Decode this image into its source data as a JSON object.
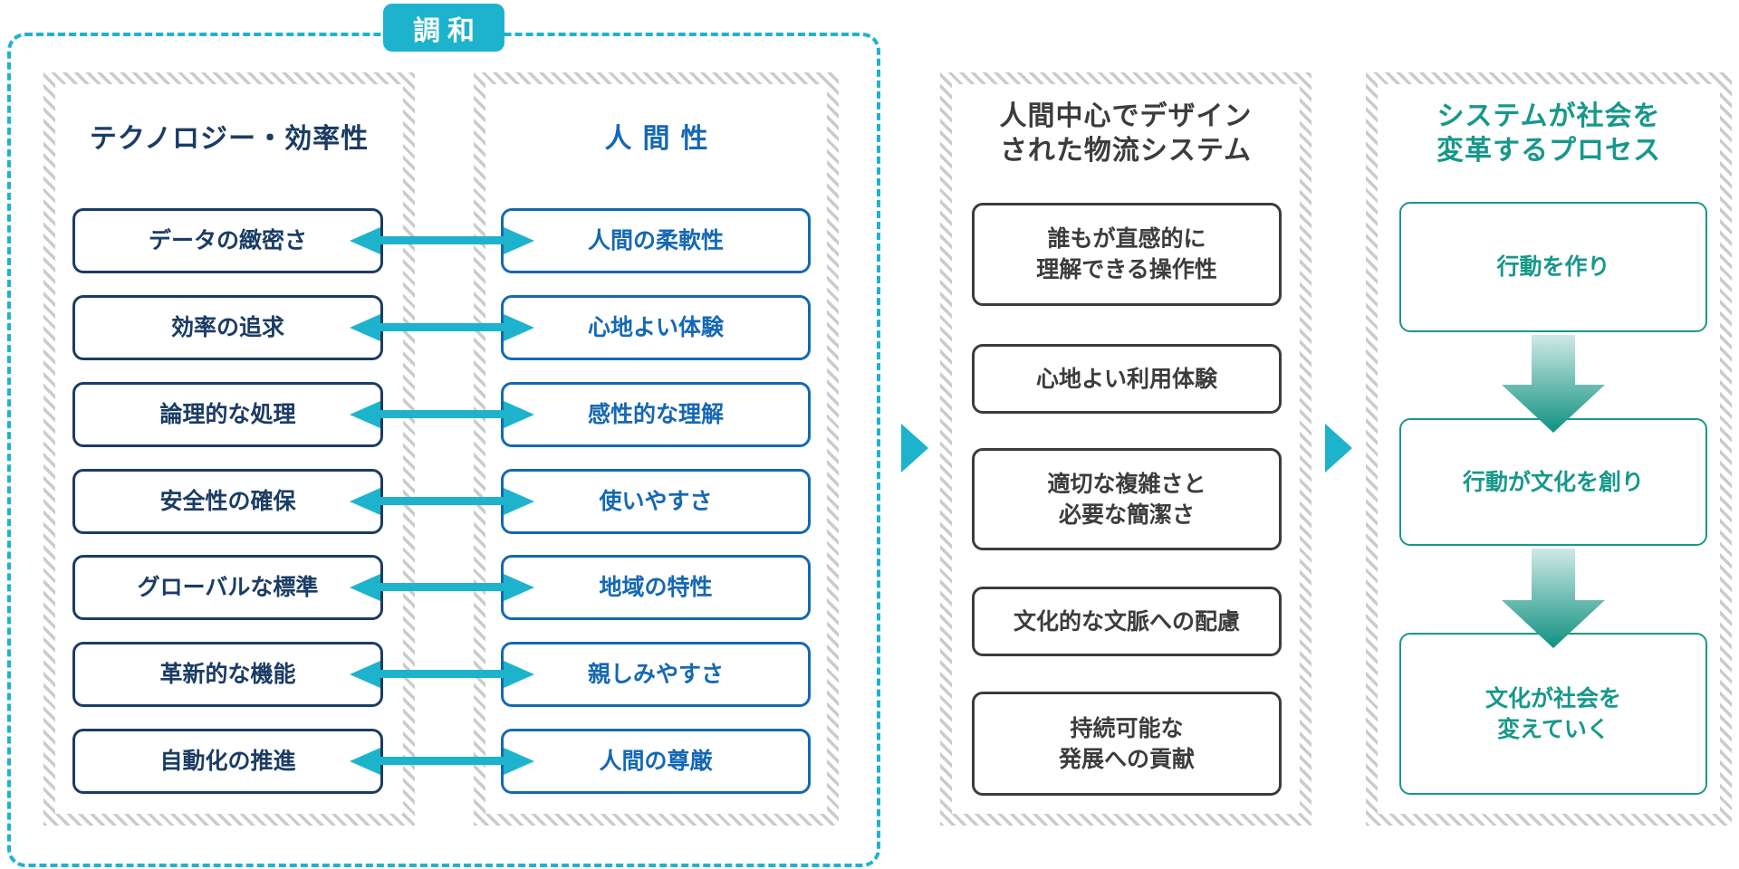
{
  "colors": {
    "cyan_accent": "#1eb3cd",
    "navy": "#1b3c64",
    "blue": "#1568b4",
    "dark_gray": "#3c3c3c",
    "teal": "#16988a",
    "teal_gradient_light": "#cfe9e6",
    "teal_gradient_dark": "#0f9180",
    "hatch_gray": "#cbcbcb"
  },
  "harmony": {
    "label": "調和",
    "tech": {
      "title": "テクノロジー・効率性",
      "items": [
        "データの緻密さ",
        "効率の追求",
        "論理的な処理",
        "安全性の確保",
        "グローバルな標準",
        "革新的な機能",
        "自動化の推進"
      ]
    },
    "human": {
      "title": "人間性",
      "items": [
        "人間の柔軟性",
        "心地よい体験",
        "感性的な理解",
        "使いやすさ",
        "地域の特性",
        "親しみやすさ",
        "人間の尊厳"
      ]
    }
  },
  "system": {
    "title": [
      "人間中心でデザイン",
      "された物流システム"
    ],
    "items": [
      [
        "誰もが直感的に",
        "理解できる操作性"
      ],
      [
        "心地よい利用体験"
      ],
      [
        "適切な複雑さと",
        "必要な簡潔さ"
      ],
      [
        "文化的な文脈への配慮"
      ],
      [
        "持続可能な",
        "発展への貢献"
      ]
    ]
  },
  "process": {
    "title": [
      "システムが社会を",
      "変革するプロセス"
    ],
    "items": [
      [
        "行動を作り"
      ],
      [
        "行動が文化を創り"
      ],
      [
        "文化が社会を",
        "変えていく"
      ]
    ]
  }
}
